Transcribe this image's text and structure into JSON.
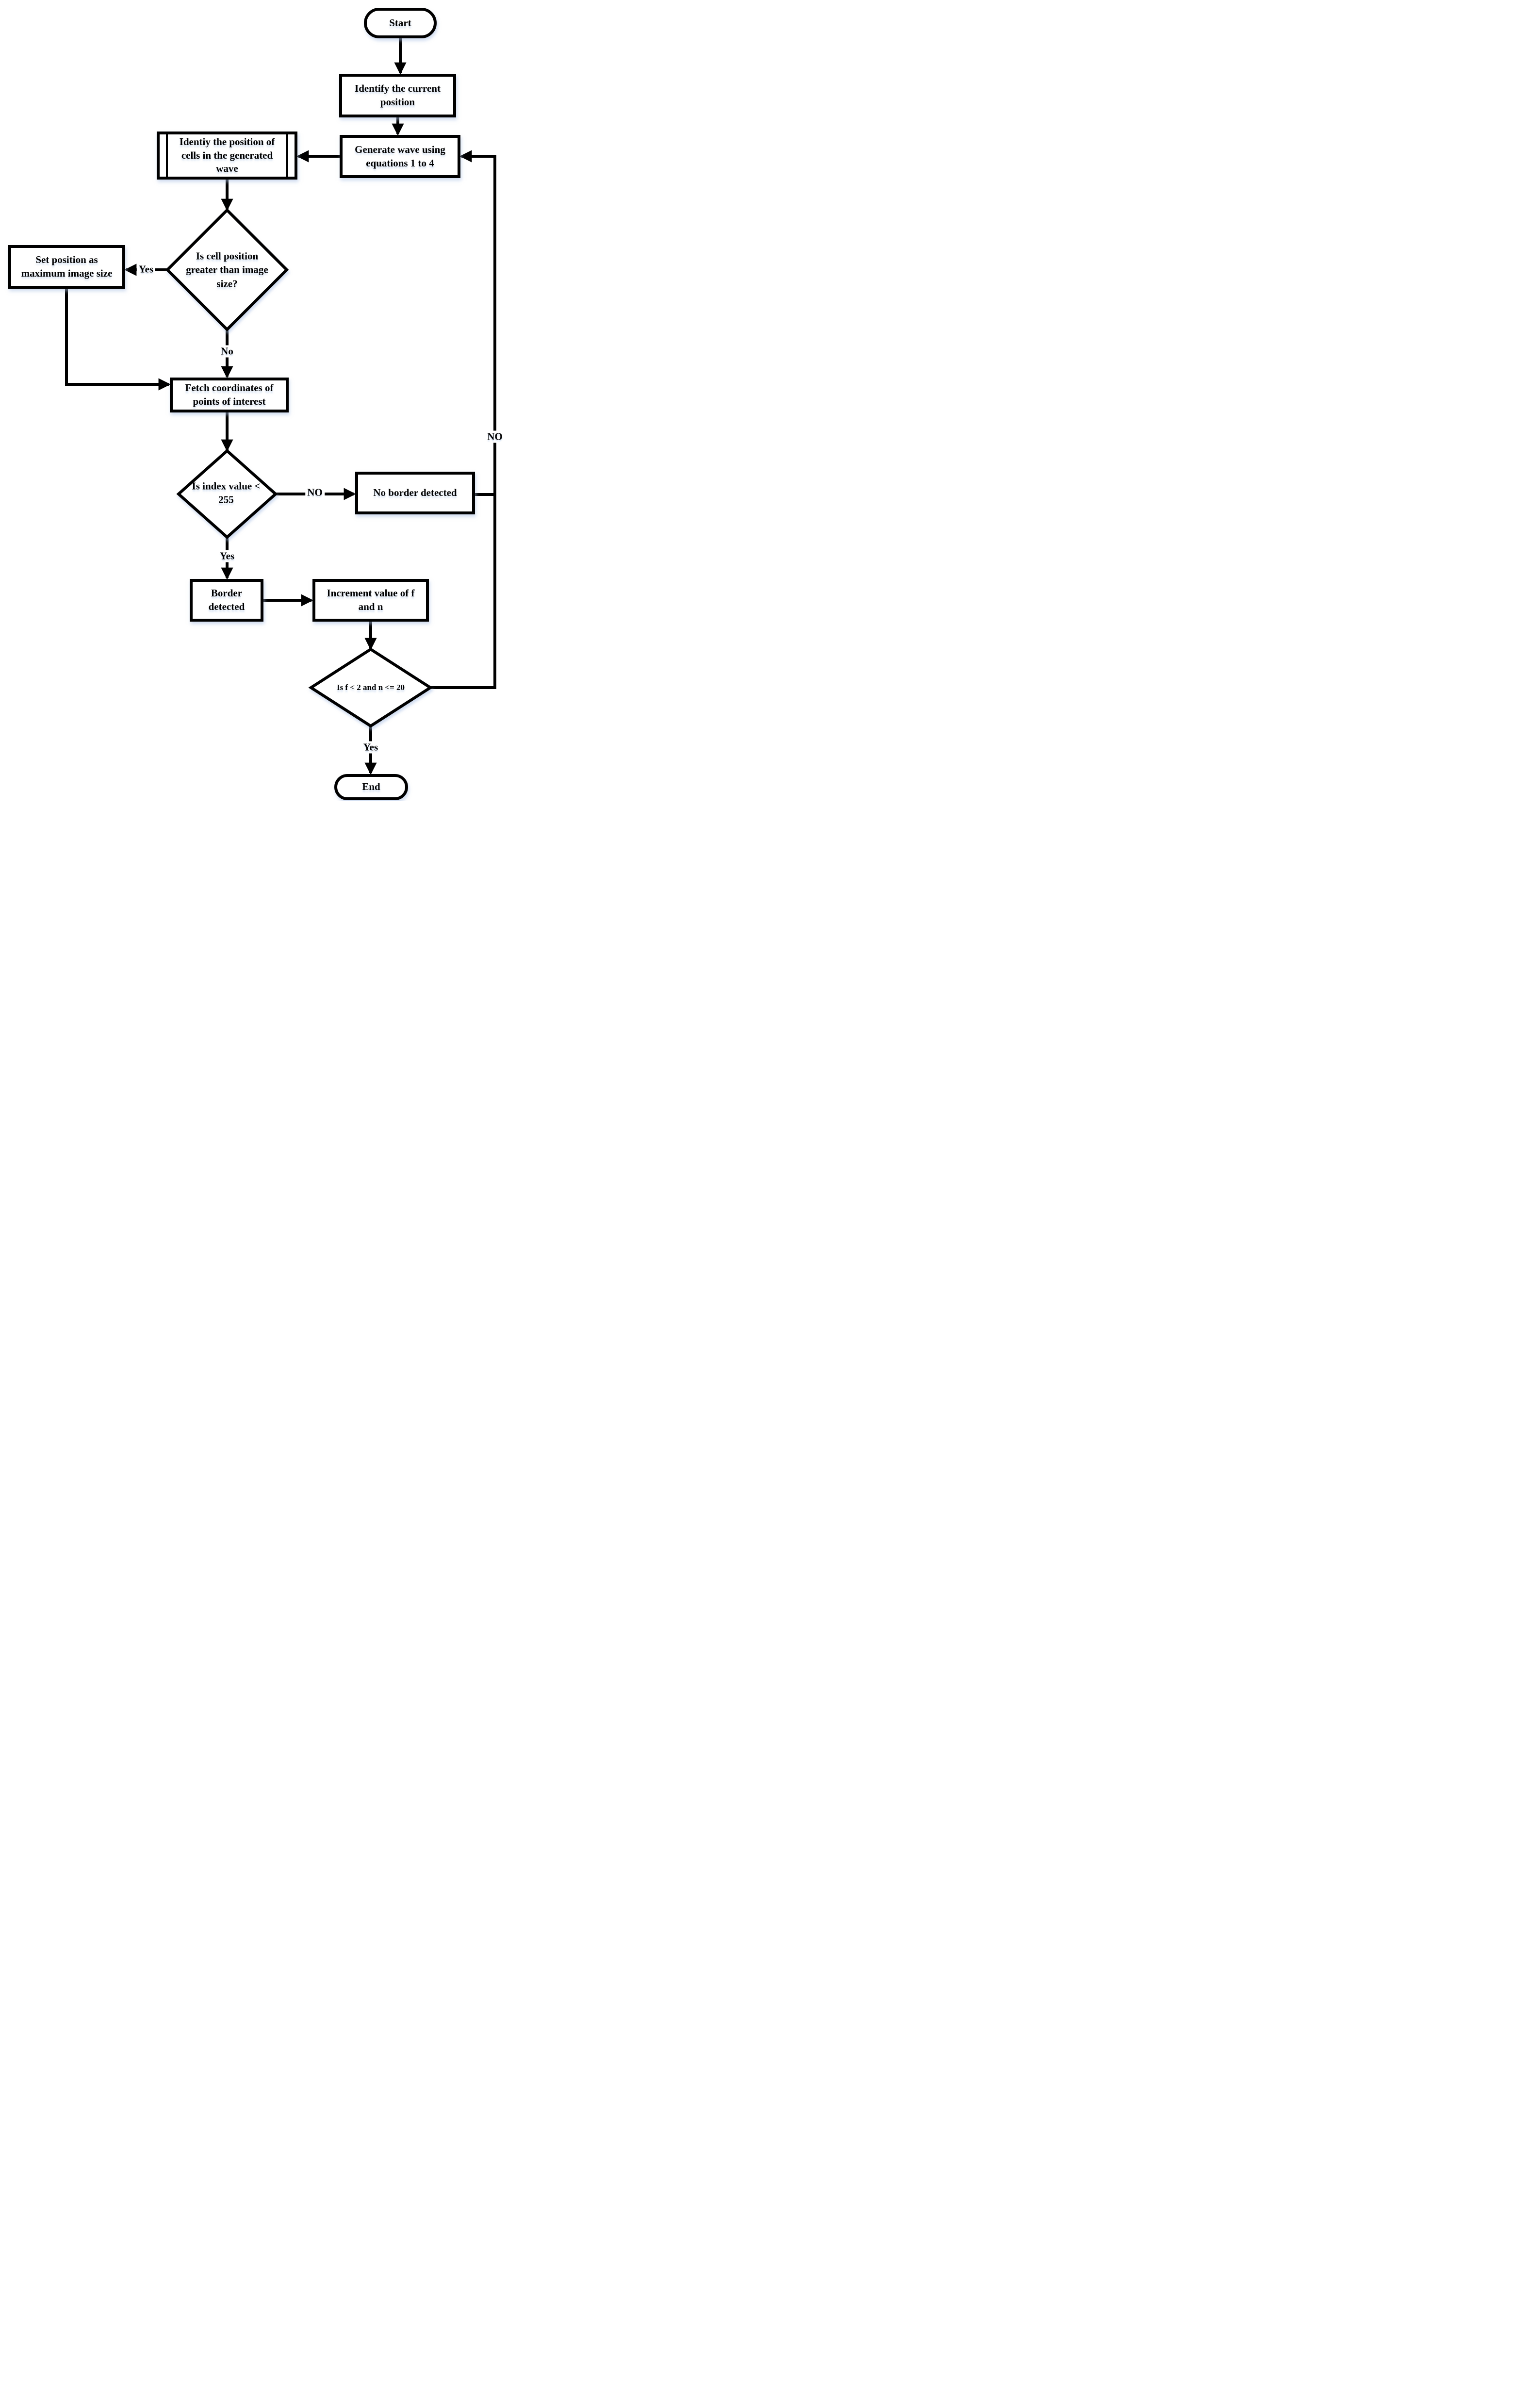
{
  "diagram": {
    "type": "flowchart",
    "colors": {
      "stroke": "#000000",
      "fill": "#ffffff",
      "shadow": "#a9c0e4"
    }
  },
  "nodes": {
    "start": {
      "label": "Start",
      "type": "terminator"
    },
    "identify_position": {
      "label": "Identify the current position",
      "type": "process"
    },
    "generate_wave": {
      "label": "Generate wave using equations 1 to 4",
      "type": "process"
    },
    "identify_cells": {
      "label": "Identiy the position of cells in the generated wave",
      "type": "predefined-process"
    },
    "cell_position_check": {
      "label": "Is cell position greater than image size?",
      "type": "decision"
    },
    "set_position": {
      "label": "Set position as maximum image size",
      "type": "process"
    },
    "fetch_coordinates": {
      "label": "Fetch coordinates of points of interest",
      "type": "process"
    },
    "index_value_check": {
      "label": "Is index value < 255",
      "type": "decision"
    },
    "no_border": {
      "label": "No border detected",
      "type": "process"
    },
    "border_detected": {
      "label": "Border detected",
      "type": "process"
    },
    "increment": {
      "label": "Increment value of f and n",
      "type": "process"
    },
    "loop_check": {
      "label": "Is f < 2 and n <= 20",
      "type": "decision"
    },
    "end": {
      "label": "End",
      "type": "terminator"
    }
  },
  "edge_labels": {
    "cell_position_yes": "Yes",
    "cell_position_no": "No",
    "index_no": "NO",
    "index_yes": "Yes",
    "loop_no": "NO",
    "loop_yes": "Yes"
  },
  "edges": [
    {
      "from": "start",
      "to": "identify_position",
      "label": ""
    },
    {
      "from": "identify_position",
      "to": "generate_wave",
      "label": ""
    },
    {
      "from": "generate_wave",
      "to": "identify_cells",
      "label": ""
    },
    {
      "from": "identify_cells",
      "to": "cell_position_check",
      "label": ""
    },
    {
      "from": "cell_position_check",
      "to": "set_position",
      "label": "Yes"
    },
    {
      "from": "cell_position_check",
      "to": "fetch_coordinates",
      "label": "No"
    },
    {
      "from": "set_position",
      "to": "fetch_coordinates",
      "label": ""
    },
    {
      "from": "fetch_coordinates",
      "to": "index_value_check",
      "label": ""
    },
    {
      "from": "index_value_check",
      "to": "no_border",
      "label": "NO"
    },
    {
      "from": "index_value_check",
      "to": "border_detected",
      "label": "Yes"
    },
    {
      "from": "no_border",
      "to": "generate_wave",
      "label": ""
    },
    {
      "from": "border_detected",
      "to": "increment",
      "label": ""
    },
    {
      "from": "increment",
      "to": "loop_check",
      "label": ""
    },
    {
      "from": "loop_check",
      "to": "generate_wave",
      "label": "NO"
    },
    {
      "from": "loop_check",
      "to": "end",
      "label": "Yes"
    }
  ]
}
